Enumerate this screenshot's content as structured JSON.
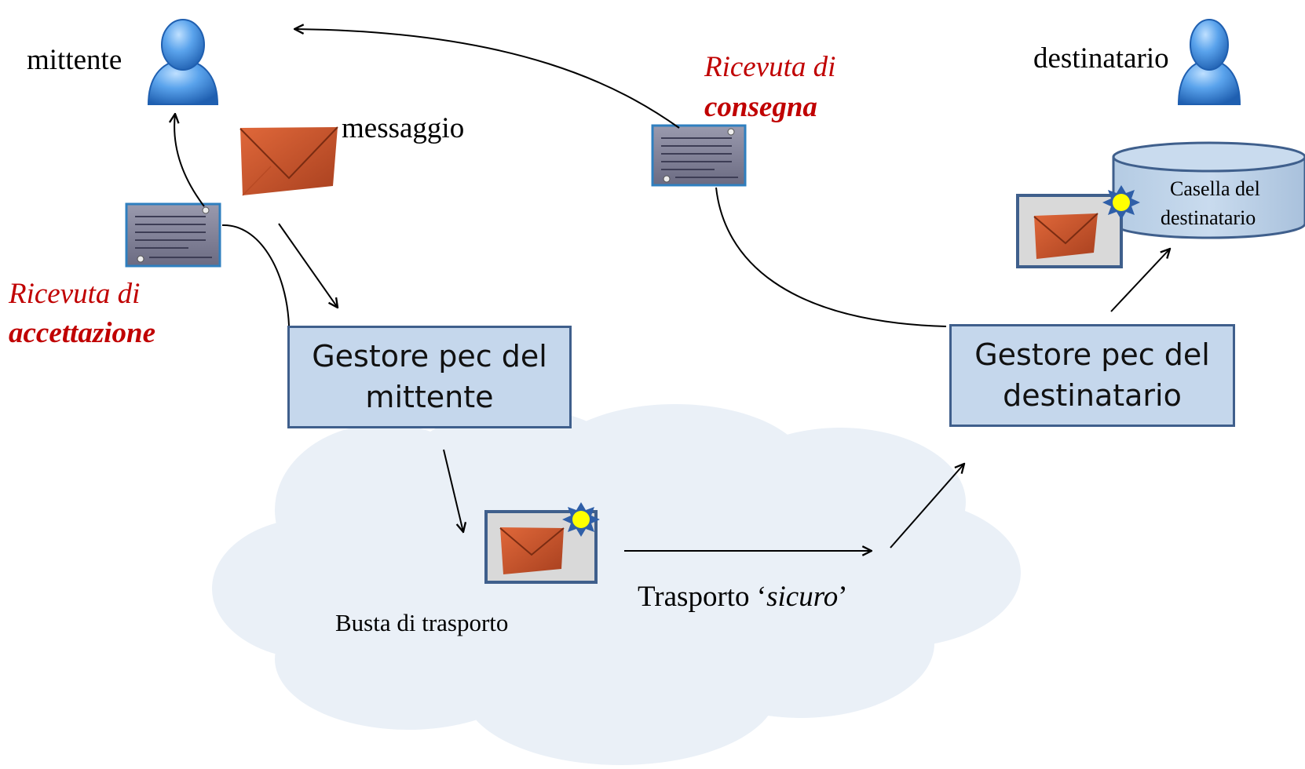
{
  "sender": {
    "label": "mittente",
    "icon": "user-icon"
  },
  "recipient": {
    "label": "destinatario",
    "icon": "user-icon"
  },
  "message": {
    "label": "messaggio",
    "icon": "envelope-icon"
  },
  "acceptance_receipt": {
    "line1": "Ricevuta di",
    "line2": "accettazione",
    "icon": "document-icon"
  },
  "delivery_receipt": {
    "line1": "Ricevuta di",
    "line2": "consegna",
    "icon": "document-icon"
  },
  "sender_provider": {
    "line1": "Gestore pec del",
    "line2": "mittente"
  },
  "recipient_provider": {
    "line1": "Gestore pec del",
    "line2": "destinatario"
  },
  "mailbox": {
    "line1": "Casella del",
    "line2": "destinatario",
    "icon": "database-icon"
  },
  "transport_envelope": {
    "label": "Busta di trasporto",
    "icon": "sealed-envelope-icon"
  },
  "transport": {
    "prefix": "Trasporto ‘",
    "emphasis": "sicuro",
    "suffix": "’"
  },
  "colors": {
    "accent_red": "#c00000",
    "box_fill": "#c5d7ec",
    "box_border": "#3f5f8c",
    "cloud": "#eaf0f7",
    "envelope": "#d2592e",
    "seal": "#ffff00"
  }
}
